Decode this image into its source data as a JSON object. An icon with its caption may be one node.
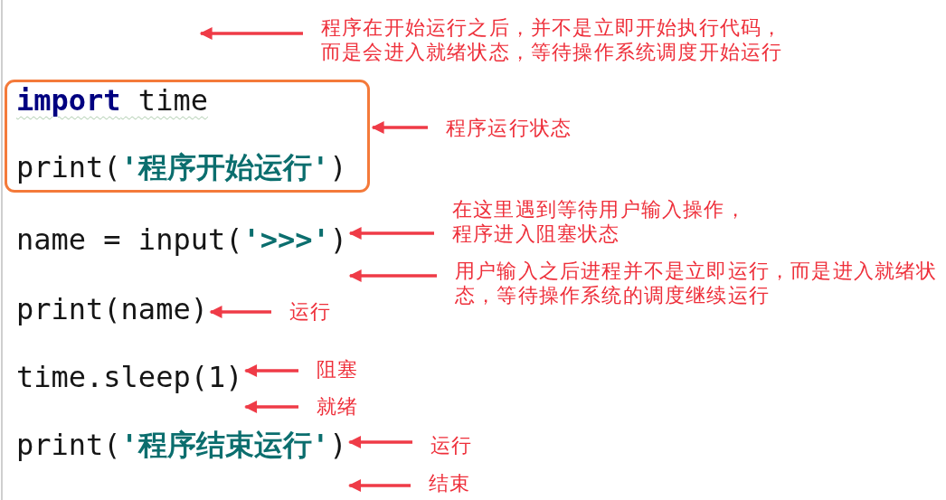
{
  "diagram": {
    "nodes": [
      {
        "text": [
          "程序在开始运行之后，并不是立即开始执行代码，而是会进入就绪状态，等待操作系统调度开始运行"
        ]
      },
      {
        "text": [
          "**import** time",
          "print(**'程序开始运行'**)"
        ]
      },
      {
        "text": [
          "程序运行状态"
        ]
      },
      {
        "text": [
          "name = input(**'>>>'**)"
        ]
      },
      {
        "text": [
          "在这里遇到等待用户输入操作，程序进入阻塞状态"
        ]
      },
      {
        "text": [
          "用户输入之后进程并不是立即运行，而是进入就绪状态，等待操作系统的调度继续运行"
        ]
      },
      {
        "text": [
          "print(name)"
        ]
      },
      {
        "text": [
          "运行"
        ]
      },
      {
        "text": [
          "time.sleep(1)"
        ]
      },
      {
        "text": [
          "阻塞"
        ]
      },
      {
        "text": [
          "就绪"
        ]
      },
      {
        "text": [
          "print(**'程序结束运行'**)"
        ]
      },
      {
        "text": [
          "运行"
        ]
      },
      {
        "text": [
          "结束"
        ]
      }
    ],
    "edges": [
      {
        "from": 0,
        "to": null,
        "arrow": "to"
      },
      {
        "from": 2,
        "to": 1,
        "arrow": "to"
      },
      {
        "from": 4,
        "to": 3,
        "arrow": "to"
      },
      {
        "from": 5,
        "to": 3,
        "arrow": "to"
      },
      {
        "from": 7,
        "to": 6,
        "arrow": "to"
      },
      {
        "from": 9,
        "to": 8,
        "arrow": "to"
      },
      {
        "from": 10,
        "to": 8,
        "arrow": "to"
      },
      {
        "from": 12,
        "to": 11,
        "arrow": "to"
      },
      {
        "from": 13,
        "to": 11,
        "arrow": "to"
      }
    ]
  }
}
